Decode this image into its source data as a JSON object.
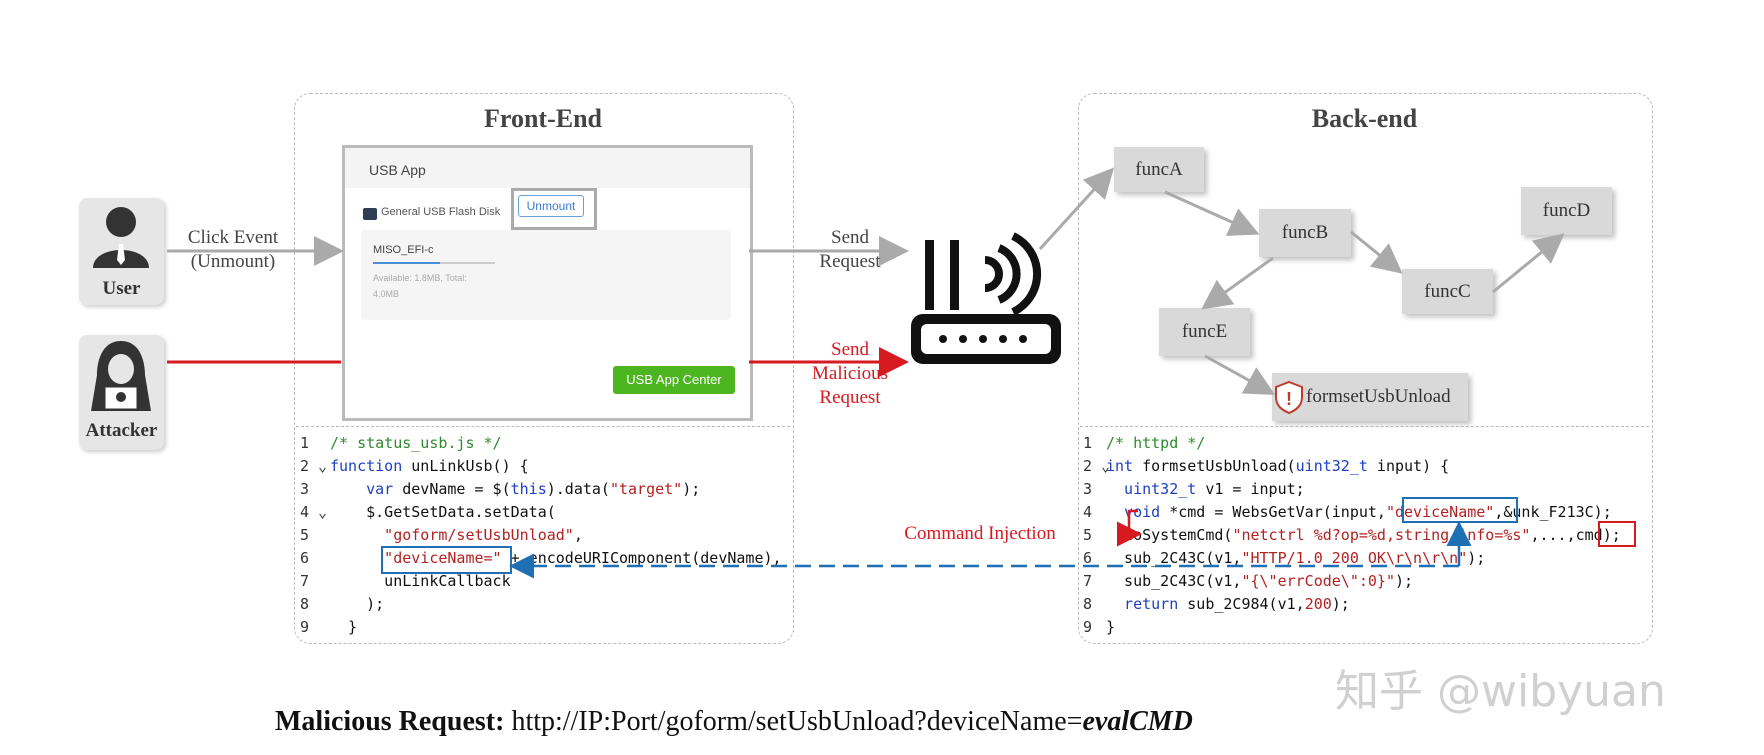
{
  "frontend": {
    "title": "Front-End",
    "usb_app": {
      "title": "USB App",
      "device": "General USB Flash Disk",
      "unmount": "Unmount",
      "volume": "MISO_EFI-c",
      "usage_fraction": 0.55,
      "available": "Available: 1.8MB, Total:",
      "total": "4.0MB",
      "app_center": "USB App Center"
    },
    "code": [
      [
        {
          "t": "/* status_usb.js */",
          "c": "cm"
        }
      ],
      [
        {
          "t": "function",
          "c": "kw"
        },
        {
          "t": " unLinkUsb() {",
          "c": "pl"
        }
      ],
      [
        {
          "t": "    var",
          "c": "kw"
        },
        {
          "t": " devName = $(",
          "c": "pl"
        },
        {
          "t": "this",
          "c": "kw"
        },
        {
          "t": ").data(",
          "c": "pl"
        },
        {
          "t": "\"target\"",
          "c": "st"
        },
        {
          "t": ");",
          "c": "pl"
        }
      ],
      [
        {
          "t": "    $.GetSetData.setData(",
          "c": "pl"
        }
      ],
      [
        {
          "t": "      \"goform/setUsbUnload\"",
          "c": "st"
        },
        {
          "t": ",",
          "c": "pl"
        }
      ],
      [
        {
          "t": "      \"deviceName=\"",
          "c": "st"
        },
        {
          "t": " + encodeURIComponent(devName),",
          "c": "pl"
        }
      ],
      [
        {
          "t": "      unLinkCallback",
          "c": "pl"
        }
      ],
      [
        {
          "t": "    );",
          "c": "pl"
        }
      ],
      [
        {
          "t": "  }",
          "c": "pl"
        }
      ]
    ]
  },
  "backend": {
    "title": "Back-end",
    "funcs": [
      "funcA",
      "funcB",
      "funcC",
      "funcD",
      "funcE",
      "formsetUsbUnload"
    ],
    "code": [
      [
        {
          "t": "/* httpd */",
          "c": "cm"
        }
      ],
      [
        {
          "t": "int",
          "c": "kw"
        },
        {
          "t": " formsetUsbUnload(",
          "c": "pl"
        },
        {
          "t": "uint32_t",
          "c": "kw"
        },
        {
          "t": " input) {",
          "c": "pl"
        }
      ],
      [
        {
          "t": "  uint32_t",
          "c": "kw"
        },
        {
          "t": " v1 = input;",
          "c": "pl"
        }
      ],
      [
        {
          "t": "  void",
          "c": "kw"
        },
        {
          "t": " *cmd = WebsGetVar(input,",
          "c": "pl"
        },
        {
          "t": "\"deviceName\"",
          "c": "st"
        },
        {
          "t": ",&unk_F213C);",
          "c": "pl"
        }
      ],
      [
        {
          "t": "  doSystemCmd(",
          "c": "pl"
        },
        {
          "t": "\"netctrl %d?op=%d,string_info=%s\"",
          "c": "st"
        },
        {
          "t": ",...,cmd);",
          "c": "pl"
        }
      ],
      [
        {
          "t": "  sub_2C43C(v1,",
          "c": "pl"
        },
        {
          "t": "\"HTTP/1.0 200 OK\\r\\n\\r\\n\"",
          "c": "st"
        },
        {
          "t": ");",
          "c": "pl"
        }
      ],
      [
        {
          "t": "  sub_2C43C(v1,",
          "c": "pl"
        },
        {
          "t": "\"{\\\"errCode\\\":0}\"",
          "c": "st"
        },
        {
          "t": ");",
          "c": "pl"
        }
      ],
      [
        {
          "t": "  return",
          "c": "kw"
        },
        {
          "t": " sub_2C984(v1,",
          "c": "pl"
        },
        {
          "t": "200",
          "c": "st"
        },
        {
          "t": ");",
          "c": "pl"
        }
      ],
      [
        {
          "t": "}",
          "c": "pl"
        }
      ]
    ]
  },
  "actors": {
    "user": "User",
    "attacker": "Attacker"
  },
  "labels": {
    "click_event": "Click Event",
    "unmount": "(Unmount)",
    "send": "Send",
    "request": "Request",
    "malicious": "Malicious",
    "command_injection": "Command Injection"
  },
  "footer": {
    "label": "Malicious Request:",
    "url": "http://IP:Port/goform/setUsbUnload?deviceName=",
    "payload": "evalCMD"
  },
  "watermark": "知乎 @wibyuan",
  "colors": {
    "red": "#d71920",
    "blue": "#1f6fb5",
    "gray": "#bbbbbb",
    "green": "#4cb520"
  }
}
